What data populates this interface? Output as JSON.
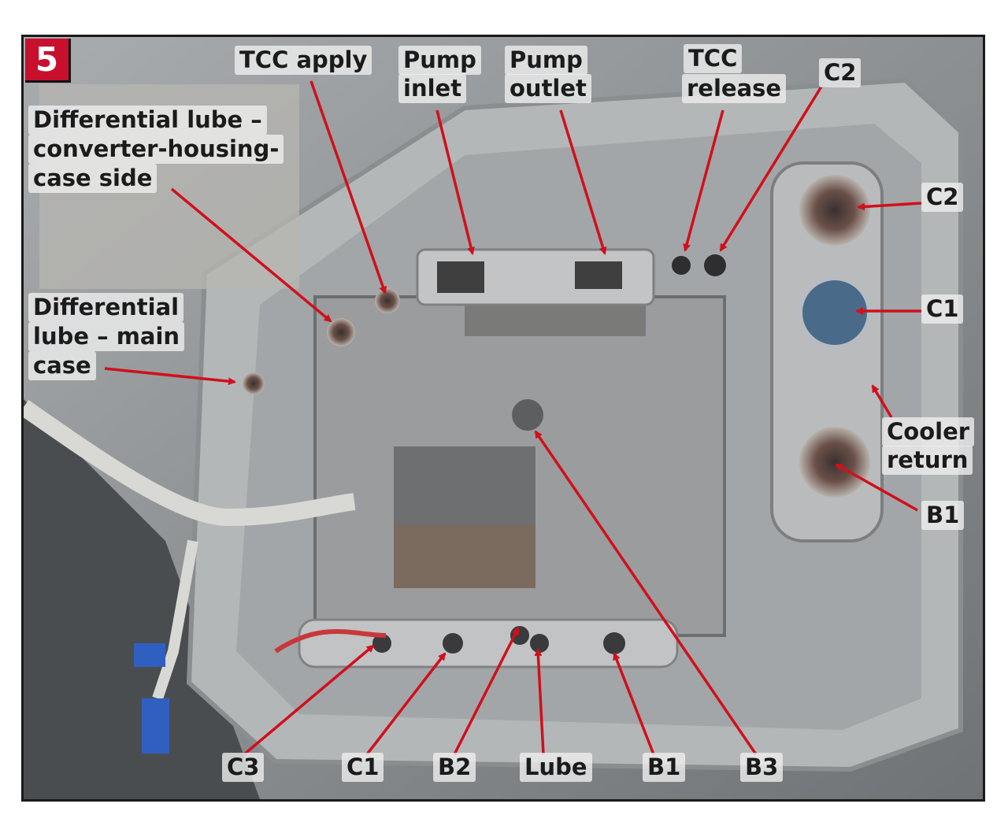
{
  "figure_number": "5",
  "labels": {
    "tcc_apply": "TCC apply",
    "pump_inlet_1": "Pump",
    "pump_inlet_2": "inlet",
    "pump_outlet_1": "Pump",
    "pump_outlet_2": "outlet",
    "tcc_release_1": "TCC",
    "tcc_release_2": "release",
    "c2_top": "C2",
    "c2_right": "C2",
    "c1_right": "C1",
    "cooler_return_1": "Cooler",
    "cooler_return_2": "return",
    "b1_right": "B1",
    "diff_lube_conv_1": "Differential lube –",
    "diff_lube_conv_2": "converter-housing-",
    "diff_lube_conv_3": "case side",
    "diff_lube_main_1": "Differential",
    "diff_lube_main_2": "lube – main",
    "diff_lube_main_3": "case",
    "c3_bottom": "C3",
    "c1_bottom": "C1",
    "b2_bottom": "B2",
    "lube_bottom": "Lube",
    "b1_bottom": "B1",
    "b3_bottom": "B3"
  },
  "colors": {
    "arrow": "#d0101c",
    "badge": "#c8102e"
  }
}
